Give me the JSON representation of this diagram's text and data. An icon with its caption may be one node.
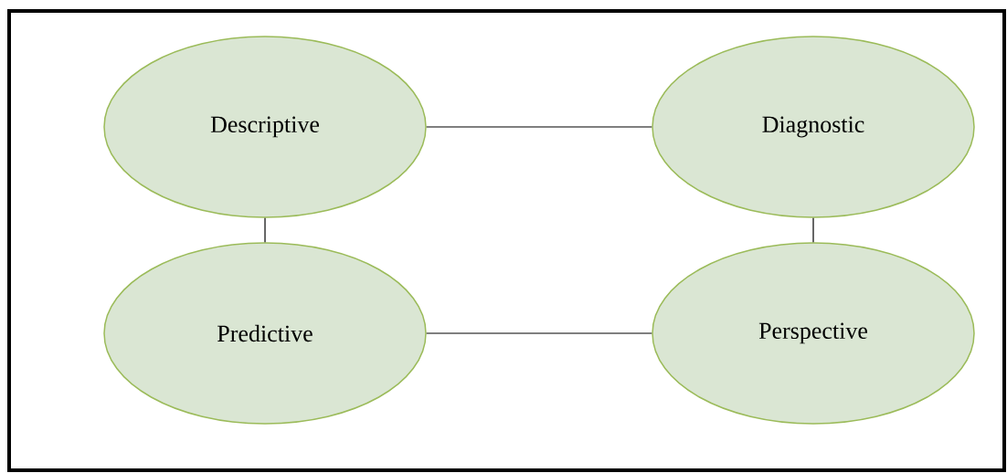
{
  "diagram": {
    "nodes": [
      {
        "text": [
          "Descriptive"
        ]
      },
      {
        "text": [
          "Diagnostic"
        ]
      },
      {
        "text": [
          "Predictive"
        ]
      },
      {
        "text": [
          "Perspective"
        ]
      }
    ],
    "edges": [
      {
        "from": 0,
        "to": 1,
        "arrow": "none"
      },
      {
        "from": 0,
        "to": 2,
        "arrow": "none"
      },
      {
        "from": 1,
        "to": 3,
        "arrow": "none"
      },
      {
        "from": 2,
        "to": 3,
        "arrow": "none"
      }
    ]
  }
}
